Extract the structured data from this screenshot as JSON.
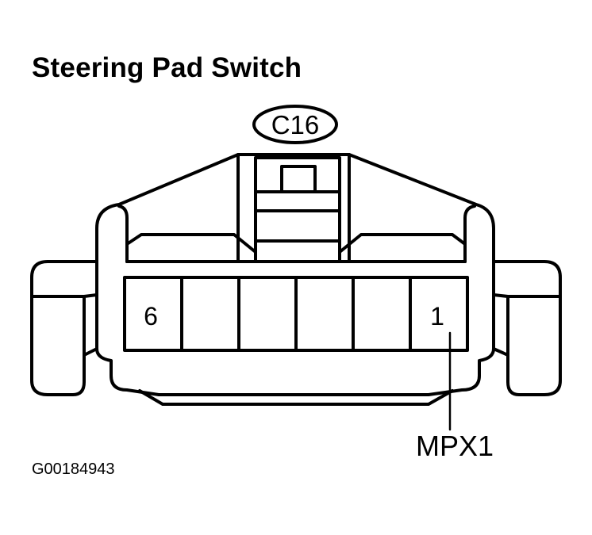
{
  "title": "Steering Pad Switch",
  "connector_id": "C16",
  "pins": [
    {
      "number": "6"
    },
    {
      "number": ""
    },
    {
      "number": ""
    },
    {
      "number": ""
    },
    {
      "number": ""
    },
    {
      "number": "1"
    }
  ],
  "pin_callout": "MPX1",
  "figure_id": "G00184943"
}
